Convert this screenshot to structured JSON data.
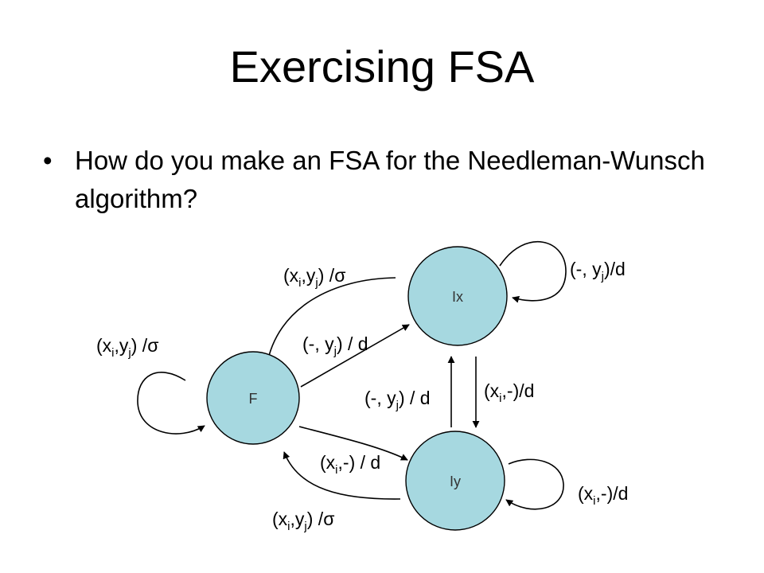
{
  "title": "Exercising FSA",
  "bullet": {
    "marker": "•",
    "text": "How do you make an FSA for the Needleman-Wunsch algorithm?"
  },
  "diagram": {
    "node_color": "#a6d8e0",
    "states": {
      "F": "F",
      "Ix": "Ix",
      "Iy": "Iy"
    },
    "labels": {
      "f_self": "(xi,yj) /σ",
      "ix_to_f": "(xi,yj) /σ",
      "f_to_ix": "(-, yj) / d",
      "ix_self": "(-, yj)/d",
      "iy_to_ix": "(-, yj) / d",
      "ix_to_iy": "(xi,-)/d",
      "f_to_iy": "(xi,-) / d",
      "iy_to_f": "(xi,yj) /σ",
      "iy_self": "(xi,-)/d"
    }
  }
}
